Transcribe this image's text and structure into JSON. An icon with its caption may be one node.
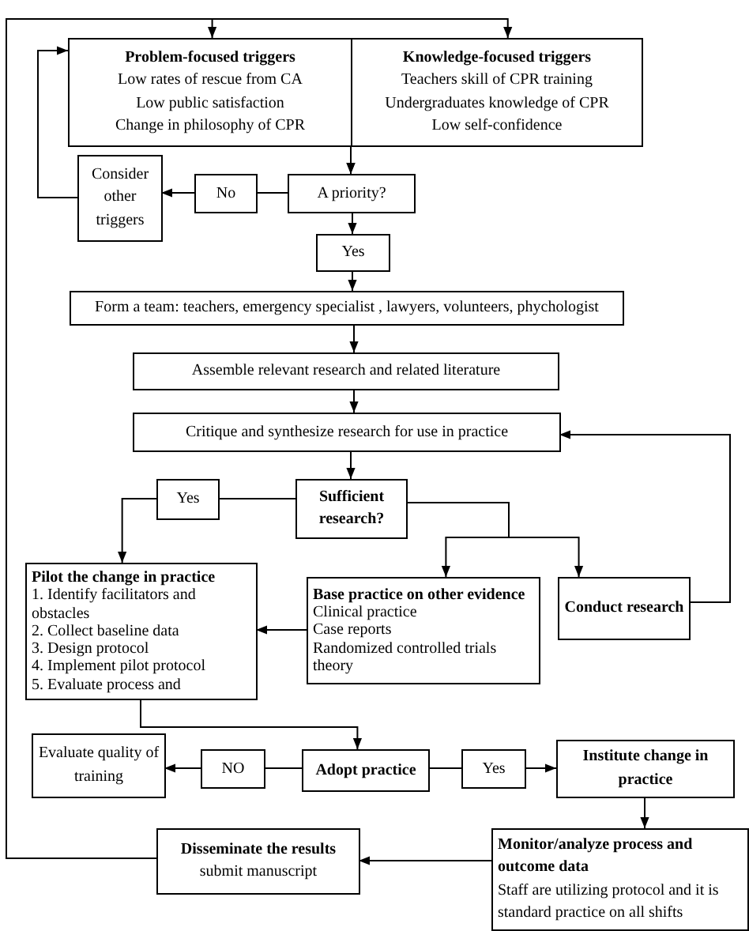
{
  "diagram": {
    "nodes": [
      {
        "text": [
          "Problem-focused triggers",
          "Low rates of rescue from CA",
          "Low public satisfaction",
          "Change in philosophy of CPR"
        ]
      },
      {
        "text": [
          "Knowledge-focused triggers",
          "Teachers skill of CPR training",
          "Undergraduates knowledge of CPR",
          "Low self-confidence"
        ]
      },
      {
        "text": [
          "Consider other triggers"
        ]
      },
      {
        "text": [
          "No"
        ]
      },
      {
        "text": [
          "A priority?"
        ]
      },
      {
        "text": [
          "Yes"
        ]
      },
      {
        "text": [
          "Form a team: teachers, emergency specialist , lawyers, volunteers, phychologist"
        ]
      },
      {
        "text": [
          "Assemble relevant research and related literature"
        ]
      },
      {
        "text": [
          "Critique and synthesize research for use in practice"
        ]
      },
      {
        "text": [
          "Yes"
        ]
      },
      {
        "text": [
          "Sufficient research?"
        ]
      },
      {
        "text": [
          "Pilot the change in practice",
          "1. Identify facilitators and obstacles",
          "2. Collect baseline data",
          "3. Design protocol",
          "4. Implement pilot protocol",
          "5. Evaluate process and"
        ]
      },
      {
        "text": [
          "Base practice on other evidence",
          "Clinical practice",
          "Case reports",
          "Randomized controlled trials",
          "theory"
        ]
      },
      {
        "text": [
          "Conduct research"
        ]
      },
      {
        "text": [
          "Evaluate quality of training"
        ]
      },
      {
        "text": [
          "NO"
        ]
      },
      {
        "text": [
          "Adopt practice"
        ]
      },
      {
        "text": [
          "Yes"
        ]
      },
      {
        "text": [
          "Institute change in practice"
        ]
      },
      {
        "text": [
          "Monitor/analyze process and outcome data",
          "Staff are utilizing protocol and it is standard practice on all shifts"
        ]
      },
      {
        "text": [
          "Disseminate the results",
          "submit manuscript"
        ]
      }
    ],
    "edges": [
      {
        "from": 0,
        "to": 4,
        "arrow": "to"
      },
      {
        "from": 1,
        "to": 4,
        "arrow": "to"
      },
      {
        "from": 4,
        "to": 3,
        "arrow": "none"
      },
      {
        "from": 3,
        "to": 2,
        "arrow": "to"
      },
      {
        "from": 2,
        "to": 0,
        "arrow": "to"
      },
      {
        "from": 4,
        "to": 5,
        "arrow": "to"
      },
      {
        "from": 5,
        "to": 6,
        "arrow": "to"
      },
      {
        "from": 6,
        "to": 7,
        "arrow": "to"
      },
      {
        "from": 7,
        "to": 8,
        "arrow": "to"
      },
      {
        "from": 8,
        "to": 10,
        "arrow": "to"
      },
      {
        "from": 10,
        "to": 9,
        "arrow": "none"
      },
      {
        "from": 9,
        "to": 11,
        "arrow": "to"
      },
      {
        "from": 10,
        "to": 12,
        "arrow": "to"
      },
      {
        "from": 10,
        "to": 13,
        "arrow": "to"
      },
      {
        "from": 13,
        "to": 8,
        "arrow": "to"
      },
      {
        "from": 12,
        "to": 11,
        "arrow": "to"
      },
      {
        "from": 11,
        "to": 16,
        "arrow": "to"
      },
      {
        "from": 16,
        "to": 15,
        "arrow": "none"
      },
      {
        "from": 15,
        "to": 14,
        "arrow": "to"
      },
      {
        "from": 16,
        "to": 17,
        "arrow": "none"
      },
      {
        "from": 17,
        "to": 18,
        "arrow": "to"
      },
      {
        "from": 18,
        "to": 19,
        "arrow": "to"
      },
      {
        "from": 19,
        "to": 20,
        "arrow": "to"
      },
      {
        "from": 20,
        "to": 0,
        "arrow": "to"
      },
      {
        "from": 20,
        "to": 1,
        "arrow": "to"
      }
    ]
  }
}
